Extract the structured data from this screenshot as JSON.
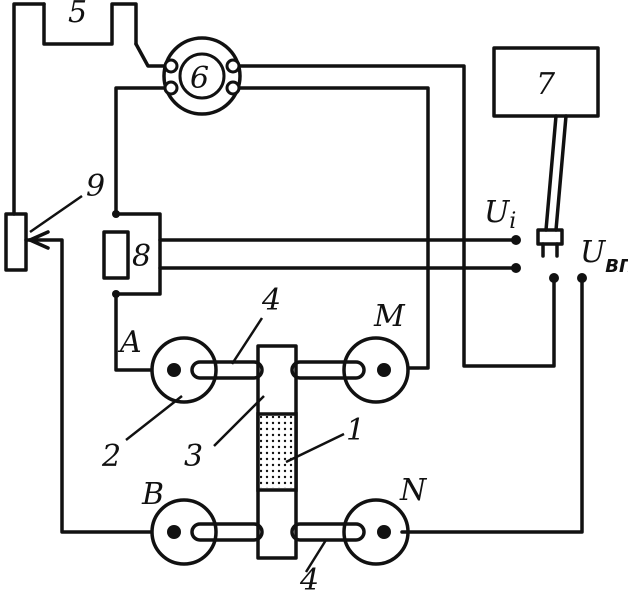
{
  "labels": {
    "top_box": "5",
    "lamp": "6",
    "meter": "7",
    "resistor": "8",
    "rheostat": "9",
    "A": "A",
    "M": "M",
    "B": "B",
    "N": "N",
    "sample": "1",
    "electrode": "2",
    "holder": "3",
    "clamp_top": "4",
    "clamp_bottom": "4",
    "Ui": "U",
    "Ui_sub": "i",
    "Uvp": "U",
    "Uvp_sub": "ВП"
  },
  "colors": {
    "line": "#111111",
    "background": "#ffffff"
  }
}
